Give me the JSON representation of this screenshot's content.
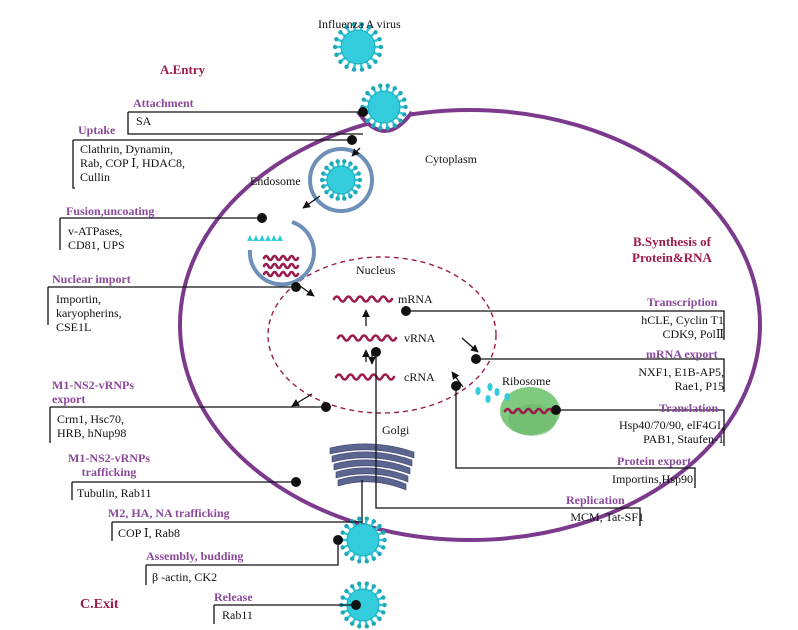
{
  "virus_label": "Influenza A virus",
  "cytoplasm_label": "Cytoplasm",
  "endosome_label": "Endosome",
  "nucleus_label": "Nucleus",
  "ribosome_label": "Ribosome",
  "golgi_label": "Golgi",
  "rna": {
    "mrna": "mRNA",
    "vrna": "vRNA",
    "crna": "cRNA"
  },
  "stages": {
    "entry": "A.Entry",
    "synthesis": [
      "B.Synthesis of",
      "Protein&RNA"
    ],
    "exit": "C.Exit"
  },
  "left_steps": [
    {
      "key": "attachment",
      "title": [
        "Attachment"
      ],
      "factors": [
        "SA"
      ]
    },
    {
      "key": "uptake",
      "title": [
        "Uptake"
      ],
      "factors": [
        "Clathrin, Dynamin,",
        "Rab, COP Ⅰ, HDAC8,",
        "Cullin"
      ]
    },
    {
      "key": "fusion",
      "title": [
        "Fusion,uncoating"
      ],
      "factors": [
        "v-ATPases,",
        "CD81, UPS"
      ]
    },
    {
      "key": "nuclear_import",
      "title": [
        "Nuclear import"
      ],
      "factors": [
        "Importin,",
        "karyopherins,",
        "CSE1L"
      ]
    },
    {
      "key": "export",
      "title": [
        "M1-NS2-vRNPs",
        "export"
      ],
      "factors": [
        "Crm1, Hsc70,",
        "HRB, hNup98"
      ]
    },
    {
      "key": "trafficking",
      "title": [
        "M1-NS2-vRNPs",
        "trafficking"
      ],
      "factors": [
        "Tubulin, Rab11"
      ]
    },
    {
      "key": "m2_ha_na",
      "title": [
        "M2, HA, NA trafficking"
      ],
      "factors": [
        "COP Ⅰ, Rab8"
      ]
    },
    {
      "key": "assembly",
      "title": [
        "Assembly, budding"
      ],
      "factors": [
        "β -actin, CK2"
      ]
    },
    {
      "key": "release",
      "title": [
        "Release"
      ],
      "factors": [
        "Rab11"
      ]
    }
  ],
  "right_steps": [
    {
      "key": "transcription",
      "title": [
        "Transcription"
      ],
      "factors": [
        "hCLE, Cyclin T1",
        "CDK9, PolⅡ"
      ]
    },
    {
      "key": "mrna_export",
      "title": [
        "mRNA export"
      ],
      "factors": [
        "NXF1, E1B-AP5,",
        "Rae1, P15"
      ]
    },
    {
      "key": "translation",
      "title": [
        "Translation"
      ],
      "factors": [
        "Hsp40/70/90, elF4GI,",
        "PAB1, Staufen-1"
      ]
    },
    {
      "key": "protein_export",
      "title": [
        "Protein export"
      ],
      "factors": [
        "Importins,Hsp90"
      ]
    },
    {
      "key": "replication",
      "title": [
        "Replication"
      ],
      "factors": [
        "MCM, Tat-SF1"
      ]
    }
  ],
  "colors": {
    "cell_membrane": "#7b3a8c",
    "virus": "#33ccdd",
    "virus_dark": "#1fa9b8",
    "endosome": "#6e8fb8",
    "rna": "#9c1c4d",
    "ribosome": "#7fca7f",
    "golgi": "#5a6590",
    "stage": "#9c1c4d",
    "step": "#8a4a9a"
  },
  "icons": [
    "influenza-virus-icon",
    "endosome-icon",
    "golgi-icon",
    "ribosome-icon",
    "rna-strand-icon"
  ]
}
